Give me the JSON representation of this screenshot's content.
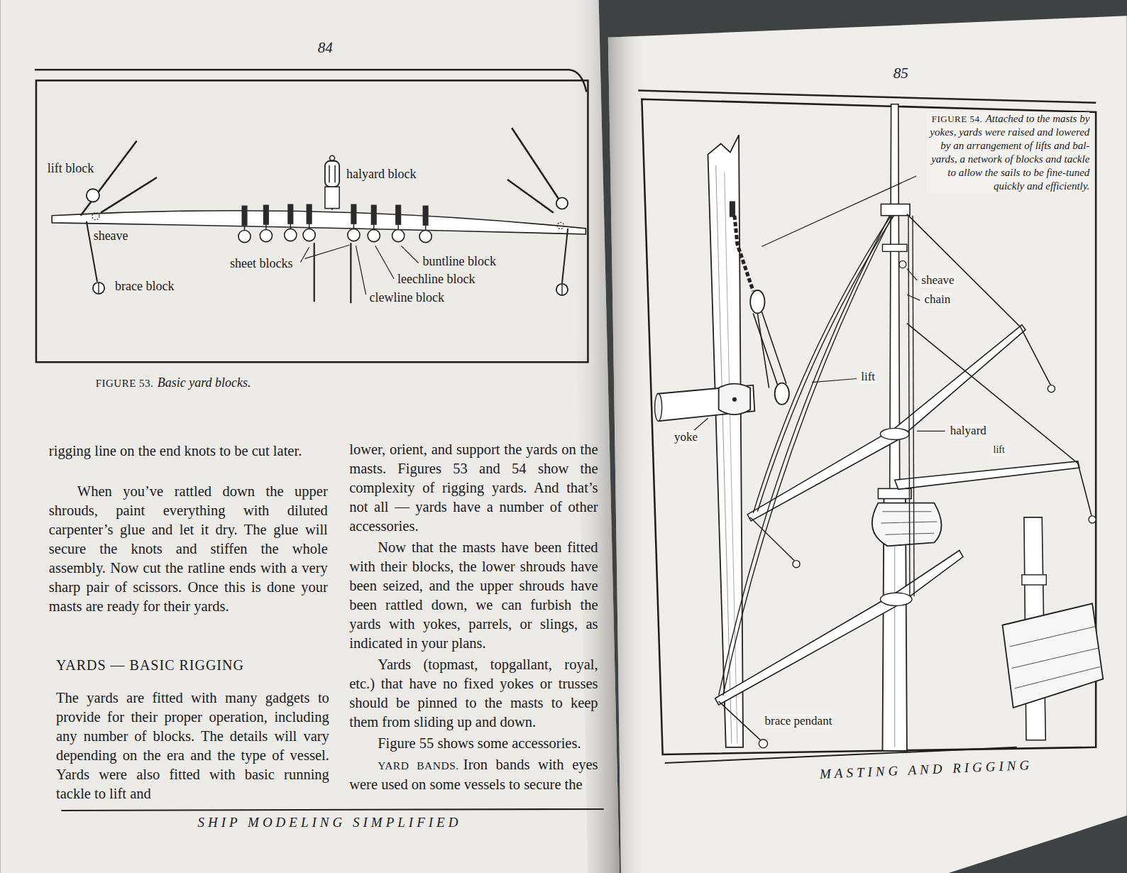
{
  "diagram": {
    "labels": [
      "84",
      "lift block",
      "halyard block",
      "sheave",
      "brace block",
      "sheet blocks",
      "buntline block",
      "leechline block",
      "clewline block",
      "FIGURE 53.",
      "Basic yard blocks.",
      "rigging line on the end knots to be cut later.",
      "When you’ve rattled down the upper shrouds, paint everything with diluted carpenter’s glue and let it dry. The glue will secure the knots and stiffen the whole assembly. Now cut the ratline ends with a very sharp pair of scissors. Once this is done your masts are ready for their yards.",
      "YARDS — BASIC RIGGING",
      "The yards are fitted with many gadgets to provide for their proper operation, including any number of blocks. The details will vary depending on the era and the type of vessel. Yards were also fitted with basic running tackle to lift and",
      "lower, orient, and support the yards on the masts. Figures 53 and 54 show the complexity of rigging yards. And that’s not all — yards have a number of other accessories.",
      "Now that the masts have been fitted with their blocks, the lower shrouds have been seized, and the upper shrouds have been rattled down, we can furbish the yards with yokes, parrels, or slings, as indicated in your plans.",
      "Yards (topmast, topgallant, royal, etc.) that have no fixed yokes or trusses should be pinned to the masts to keep them from sliding up and down.",
      "Figure 55 shows some accessories.",
      "YARD BANDS.",
      "Iron bands with eyes were used on some vessels to secure the",
      "SHIP MODELING SIMPLIFIED",
      "85",
      "FIGURE 54.",
      "Attached to the masts by yokes, yards were raised and lowered by an arrangement of lifts and bal- yards, a network of blocks and tackle to allow the sails to be fine-tuned quickly and efficiently.",
      "sheave",
      "chain",
      "lift",
      "halyard",
      "lift",
      "yoke",
      "brace pendant",
      "MASTING AND RIGGING"
    ]
  }
}
